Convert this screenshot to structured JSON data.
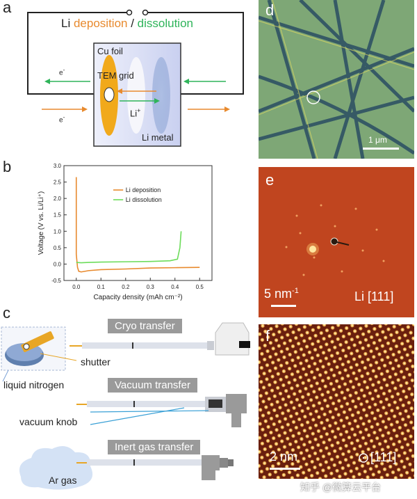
{
  "panel_letters": [
    "a",
    "b",
    "c",
    "d",
    "e",
    "f"
  ],
  "a": {
    "title_part1": "Li ",
    "title_deposition": "deposition",
    "title_sep": " / ",
    "title_dissolution": "dissolution",
    "cu_foil": "Cu foil",
    "tem_grid": "TEM grid",
    "li_ion": "Li",
    "li_ion_sup": "+",
    "li_metal": "Li metal",
    "electron": "e",
    "electron_sup": "-",
    "colors": {
      "deposition": "#e88a2e",
      "dissolution": "#2fb45a"
    }
  },
  "b": {
    "chart_data": {
      "type": "line",
      "xlabel": "Capacity density (mAh cm⁻²)",
      "ylabel": "Voltage (V vs. Li/Li⁺)",
      "xlim": [
        -0.05,
        0.55
      ],
      "ylim": [
        -0.5,
        3.0
      ],
      "xticks": [
        "0.0",
        "0.1",
        "0.2",
        "0.3",
        "0.4",
        "0.5"
      ],
      "yticks": [
        "-0.5",
        "0.0",
        "0.5",
        "1.0",
        "1.5",
        "2.0",
        "2.5",
        "3.0"
      ],
      "legend_position": "top-right",
      "grid": false,
      "series": [
        {
          "name": "Li deposition",
          "color": "#e88a2e",
          "x": [
            0.0,
            0.0,
            0.005,
            0.01,
            0.02,
            0.05,
            0.1,
            0.2,
            0.3,
            0.4,
            0.5
          ],
          "y": [
            2.65,
            0.3,
            -0.1,
            -0.22,
            -0.24,
            -0.2,
            -0.17,
            -0.15,
            -0.12,
            -0.11,
            -0.1
          ]
        },
        {
          "name": "Li dissolution",
          "color": "#6cdc5a",
          "x": [
            0.0,
            0.02,
            0.05,
            0.1,
            0.2,
            0.3,
            0.38,
            0.41,
            0.42,
            0.425
          ],
          "y": [
            0.05,
            0.04,
            0.05,
            0.06,
            0.07,
            0.08,
            0.1,
            0.15,
            0.5,
            1.0
          ]
        }
      ]
    }
  },
  "c": {
    "cryo": "Cryo transfer",
    "vacuum": "Vacuum transfer",
    "inert": "Inert gas transfer",
    "shutter": "shutter",
    "liquid_nitrogen": "liquid nitrogen",
    "vacuum_knob": "vacuum knob",
    "ar_gas": "Ar gas"
  },
  "d": {
    "scale": "1 μm"
  },
  "e": {
    "scale_base": "5 nm",
    "scale_sup": "-1",
    "zone": "Li [111]"
  },
  "f": {
    "scale": "2 nm",
    "zone": "[111]"
  },
  "watermark": "知乎 @微算云平台"
}
